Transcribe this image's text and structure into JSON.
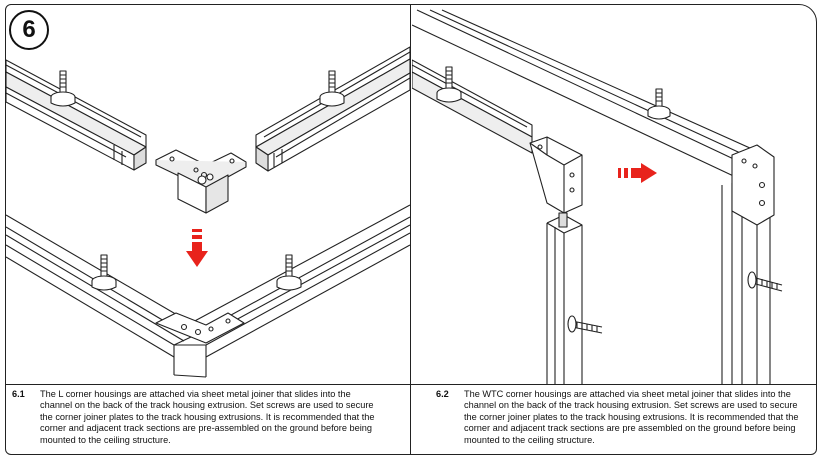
{
  "step": {
    "number": "6"
  },
  "panels": [
    {
      "id": "6.1",
      "label": "6.1",
      "text": "The L corner housings are attached via sheet metal joiner that slides into the channel on the back of the track housing extrusion. Set screws are used to secure the corner joiner plates to the track housing extrusions. It is recommended that the corner and adjacent track sections are pre-assembled on the ground before being mounted to the ceiling structure."
    },
    {
      "id": "6.2",
      "label": "6.2",
      "text": "The WTC corner housings are attached via sheet metal joiner that slides into the channel on the back of the track housing extrusion. Set screws are used to secure the corner joiner plates to the track housing extrusions. It is recommended that the corner and adjacent track sections are pre assembled on the ground before being mounted to the ceiling structure."
    }
  ],
  "colors": {
    "arrow": "#e8231c",
    "line": "#222222"
  },
  "icons": {
    "down_arrow": "down-arrow-icon",
    "right_arrow": "right-arrow-icon"
  }
}
